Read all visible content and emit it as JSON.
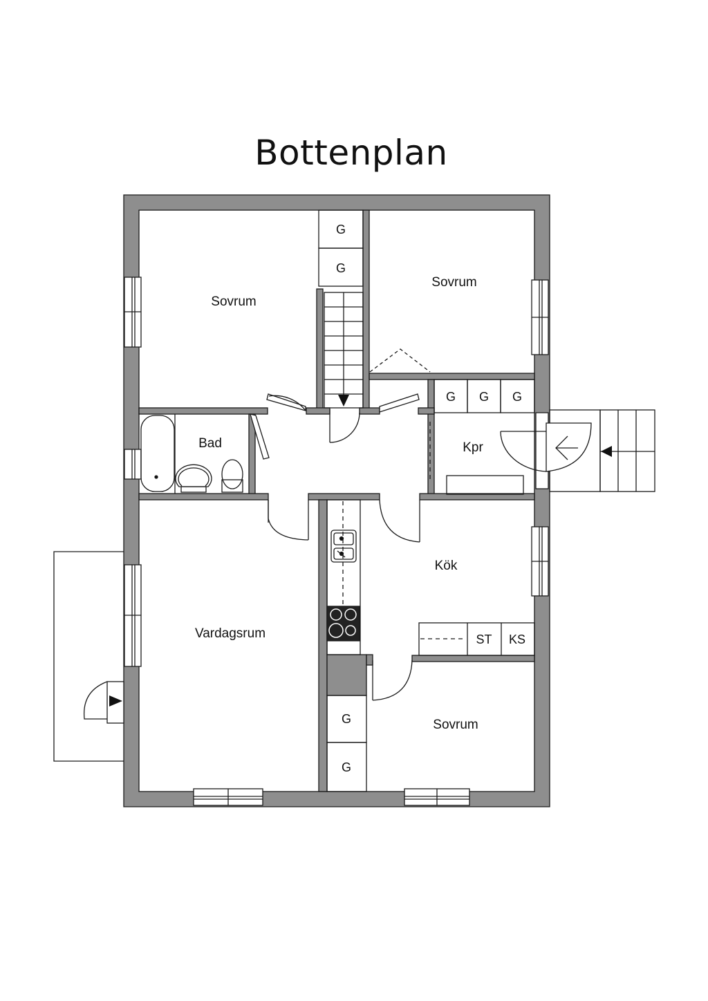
{
  "title": "Bottenplan",
  "rooms": {
    "sovrum_nw": "Sovrum",
    "sovrum_ne": "Sovrum",
    "bad": "Bad",
    "kpr": "Kpr",
    "kok": "Kök",
    "vardagsrum": "Vardagsrum",
    "sovrum_se": "Sovrum"
  },
  "markers": {
    "wardrobe": "G",
    "stove_cabinet": "ST",
    "fridge_freezer": "KS"
  },
  "colors": {
    "wall": "#8e8e8e",
    "line": "#1a1a1a",
    "background": "#ffffff"
  }
}
